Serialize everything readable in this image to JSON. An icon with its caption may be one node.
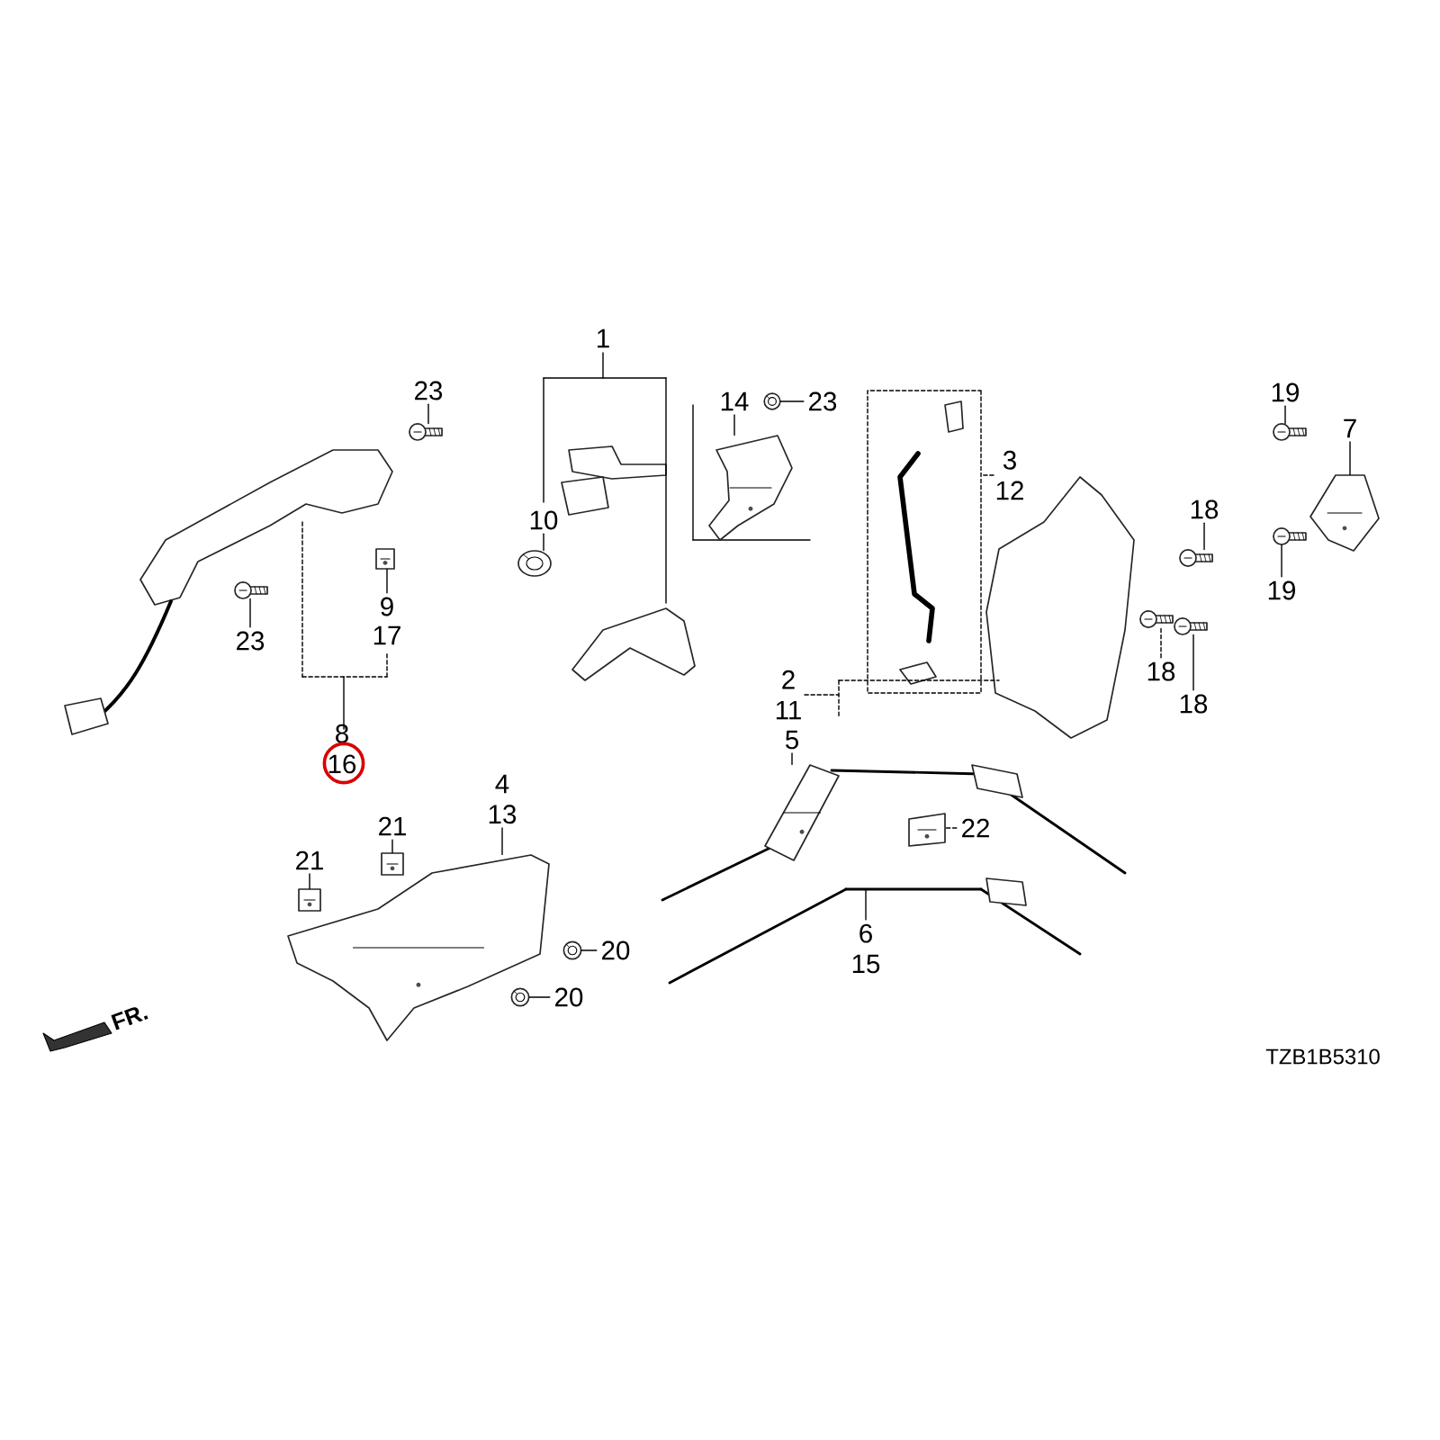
{
  "diagram": {
    "nodes": [
      {
        "text": [
          "23"
        ]
      },
      {
        "text": [
          "23"
        ]
      },
      {
        "text": [
          "9"
        ]
      },
      {
        "text": [
          "17"
        ]
      },
      {
        "text": [
          "8",
          "16"
        ]
      },
      {
        "text": [
          "1"
        ]
      },
      {
        "text": [
          "10"
        ]
      },
      {
        "text": [
          "14"
        ]
      },
      {
        "text": [
          "23"
        ]
      },
      {
        "text": [
          "3",
          "12"
        ]
      },
      {
        "text": [
          "2",
          "11"
        ]
      },
      {
        "text": [
          "19"
        ]
      },
      {
        "text": [
          "7"
        ]
      },
      {
        "text": [
          "19"
        ]
      },
      {
        "text": [
          "18"
        ]
      },
      {
        "text": [
          "18"
        ]
      },
      {
        "text": [
          "18"
        ]
      },
      {
        "text": [
          "4",
          "13"
        ]
      },
      {
        "text": [
          "21"
        ]
      },
      {
        "text": [
          "21"
        ]
      },
      {
        "text": [
          "5"
        ]
      },
      {
        "text": [
          "22"
        ]
      },
      {
        "text": [
          "20"
        ]
      },
      {
        "text": [
          "20"
        ]
      },
      {
        "text": [
          "6",
          "15"
        ]
      },
      {
        "text": [],
        "shape": "picture"
      },
      {
        "text": [],
        "shape": "picture"
      },
      {
        "text": [],
        "shape": "picture"
      },
      {
        "text": [],
        "shape": "picture"
      },
      {
        "text": [],
        "shape": "picture"
      },
      {
        "text": [],
        "shape": "picture"
      },
      {
        "text": [],
        "shape": "picture"
      },
      {
        "text": [],
        "shape": "picture"
      },
      {
        "text": [],
        "shape": "picture"
      },
      {
        "text": [],
        "shape": "picture"
      },
      {
        "text": [],
        "shape": "picture"
      },
      {
        "text": [],
        "shape": "picture"
      },
      {
        "text": [],
        "shape": "picture"
      },
      {
        "text": [],
        "shape": "picture"
      },
      {
        "text": [],
        "shape": "picture"
      },
      {
        "text": [],
        "shape": "picture"
      },
      {
        "text": [],
        "shape": "picture"
      },
      {
        "text": [],
        "shape": "picture"
      },
      {
        "text": [],
        "shape": "picture"
      },
      {
        "text": [],
        "shape": "picture"
      }
    ],
    "edges": [
      {
        "from": 0,
        "to": 25,
        "arrow": "none"
      },
      {
        "from": 1,
        "to": 26,
        "arrow": "none"
      },
      {
        "from": 2,
        "to": 27,
        "arrow": "none"
      },
      {
        "from": 6,
        "to": 28,
        "arrow": "none"
      },
      {
        "from": 7,
        "to": 29,
        "arrow": "none"
      },
      {
        "from": 8,
        "to": 30,
        "arrow": "none"
      },
      {
        "from": 11,
        "to": 31,
        "arrow": "none"
      },
      {
        "from": 12,
        "to": 32,
        "arrow": "none"
      },
      {
        "from": 13,
        "to": 33,
        "arrow": "none"
      },
      {
        "from": 14,
        "to": 34,
        "arrow": "none"
      },
      {
        "from": 15,
        "to": 35,
        "arrow": "none",
        "style": "dashed"
      },
      {
        "from": 16,
        "to": 36,
        "arrow": "none"
      },
      {
        "from": 17,
        "to": 37,
        "arrow": "none"
      },
      {
        "from": 18,
        "to": 38,
        "arrow": "none"
      },
      {
        "from": 19,
        "to": 39,
        "arrow": "none"
      },
      {
        "from": 20,
        "to": 40,
        "arrow": "none"
      },
      {
        "from": 21,
        "to": 41,
        "arrow": "none",
        "style": "dashed"
      },
      {
        "from": 22,
        "to": 42,
        "arrow": "none"
      },
      {
        "from": 23,
        "to": 43,
        "arrow": "none"
      },
      {
        "from": 24,
        "to": 44,
        "arrow": "none"
      }
    ],
    "labels": [
      "FR.",
      "TZB1B5310"
    ]
  }
}
